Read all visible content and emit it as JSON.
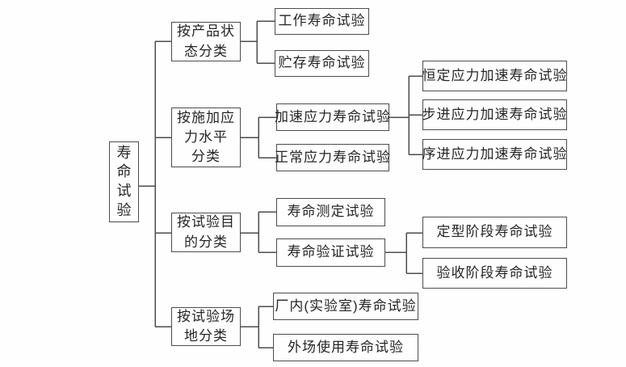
{
  "diagram": {
    "title_hint": "寿命试验分类",
    "line_color": "#4d4d4d",
    "root": {
      "label": "寿\n命\n试\n验"
    },
    "groups": [
      {
        "label": "按产品状\n态分类",
        "children": [
          {
            "label": "工作寿命试验"
          },
          {
            "label": "贮存寿命试验"
          }
        ]
      },
      {
        "label": "按施加应\n力水平\n分类",
        "children": [
          {
            "label": "加速应力寿命试验",
            "children": [
              {
                "label": "恒定应力加速寿命试验"
              },
              {
                "label": "步进应力加速寿命试验"
              },
              {
                "label": "序进应力加速寿命试验"
              }
            ]
          },
          {
            "label": "正常应力寿命试验"
          }
        ]
      },
      {
        "label": "按试验目\n的分类",
        "children": [
          {
            "label": "寿命测定试验"
          },
          {
            "label": "寿命验证试验",
            "children": [
              {
                "label": "定型阶段寿命试验"
              },
              {
                "label": "验收阶段寿命试验"
              }
            ]
          }
        ]
      },
      {
        "label": "按试验场\n地分类",
        "children": [
          {
            "label": "厂内(实验室)寿命试验"
          },
          {
            "label": "外场使用寿命试验"
          }
        ]
      }
    ]
  }
}
